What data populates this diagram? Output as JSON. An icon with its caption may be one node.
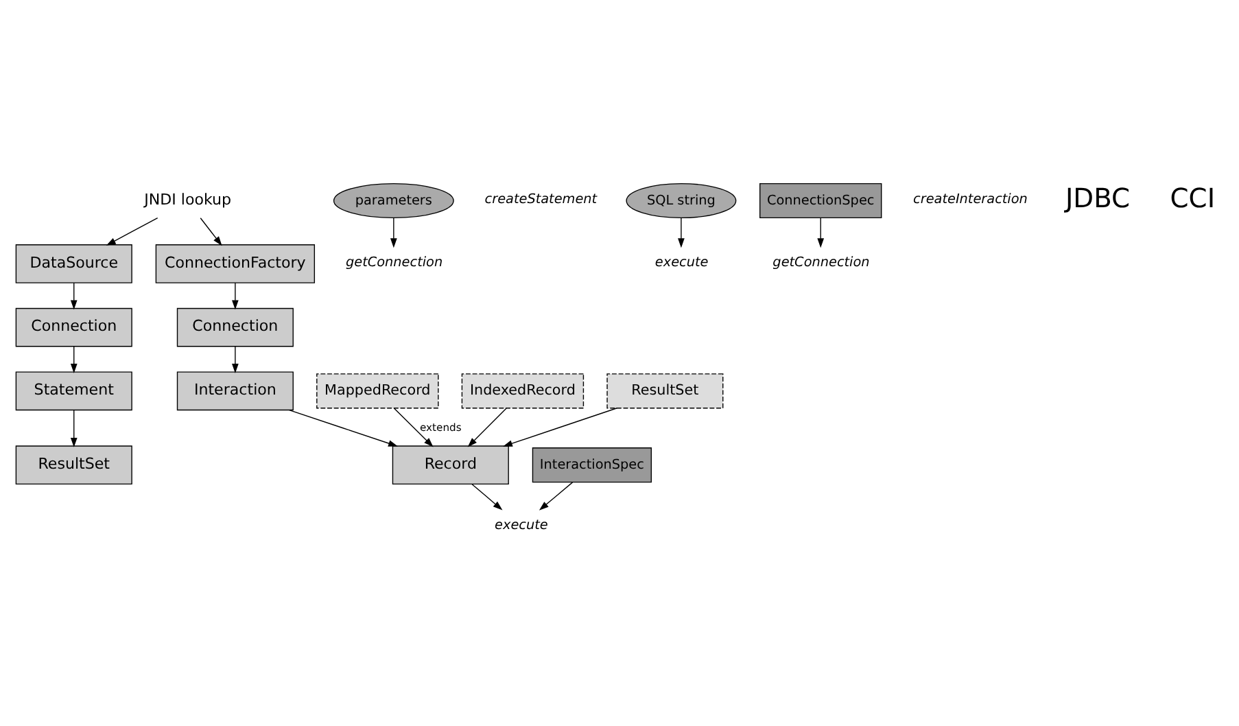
{
  "diagram": {
    "nodes": [
      {
        "text": [
          "JNDI lookup"
        ]
      },
      {
        "text": [
          "DataSource"
        ]
      },
      {
        "text": [
          "parameters"
        ]
      },
      {
        "text": [
          "getConnection"
        ]
      },
      {
        "text": [
          "Connection"
        ]
      },
      {
        "text": [
          "createStatement"
        ]
      },
      {
        "text": [
          "Statement"
        ]
      },
      {
        "text": [
          "SQL string"
        ]
      },
      {
        "text": [
          "execute"
        ]
      },
      {
        "text": [
          "ResultSet"
        ]
      },
      {
        "text": [
          "ConnectionFactory"
        ]
      },
      {
        "text": [
          "ConnectionSpec"
        ]
      },
      {
        "text": [
          "getConnection"
        ]
      },
      {
        "text": [
          "Connection"
        ]
      },
      {
        "text": [
          "createInteraction"
        ]
      },
      {
        "text": [
          "Interaction"
        ]
      },
      {
        "text": [
          "InteractionSpec"
        ]
      },
      {
        "text": [
          "execute"
        ]
      },
      {
        "text": [
          "Record"
        ]
      },
      {
        "text": [
          "MappedRecord"
        ]
      },
      {
        "text": [
          "IndexedRecord"
        ]
      },
      {
        "text": [
          "ResultSet"
        ]
      }
    ],
    "edges": [
      {
        "from": 0,
        "to": 1,
        "arrow": "to"
      },
      {
        "from": 0,
        "to": 10,
        "arrow": "to"
      },
      {
        "from": 1,
        "to": 4,
        "arrow": "to"
      },
      {
        "from": 2,
        "to": 3,
        "arrow": "to"
      },
      {
        "from": 4,
        "to": 6,
        "arrow": "to"
      },
      {
        "from": 7,
        "to": 8,
        "arrow": "to"
      },
      {
        "from": 6,
        "to": 9,
        "arrow": "to"
      },
      {
        "from": 10,
        "to": 13,
        "arrow": "to"
      },
      {
        "from": 11,
        "to": 12,
        "arrow": "to"
      },
      {
        "from": 13,
        "to": 15,
        "arrow": "to"
      },
      {
        "from": 16,
        "to": 17,
        "arrow": "to"
      },
      {
        "from": 15,
        "to": 18,
        "arrow": "to"
      },
      {
        "from": 18,
        "to": 17,
        "arrow": "to"
      },
      {
        "from": 19,
        "to": 18,
        "arrow": "to",
        "label": "extends"
      },
      {
        "from": 20,
        "to": 18,
        "arrow": "to"
      },
      {
        "from": 21,
        "to": 18,
        "arrow": "to"
      }
    ],
    "labels": [
      "JDBC",
      "CCI"
    ]
  }
}
